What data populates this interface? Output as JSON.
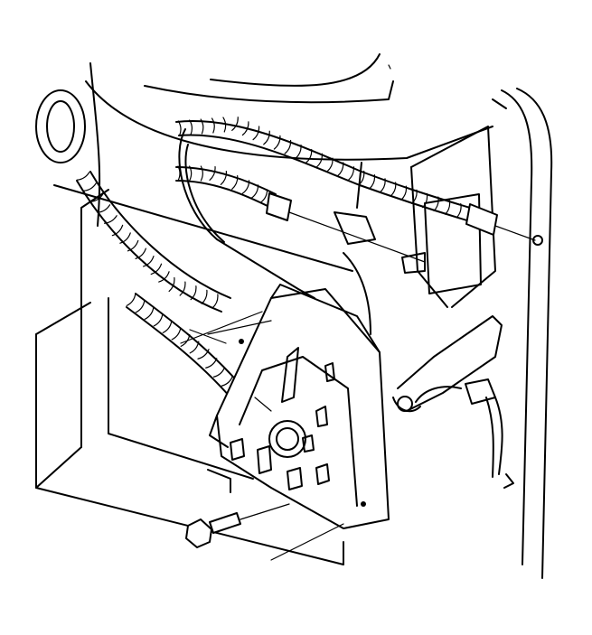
{
  "figure": {
    "subject": "",
    "parts": [
      {
        "id": "door-inner-panel",
        "icon": "door-panel-icon"
      },
      {
        "id": "window-regulator-module",
        "icon": "regulator-module-icon"
      },
      {
        "id": "upper-cable-conduit",
        "icon": "cable-conduit-icon"
      },
      {
        "id": "lower-cable-conduit",
        "icon": "cable-conduit-icon"
      },
      {
        "id": "actuator-rod",
        "icon": "rod-icon"
      },
      {
        "id": "wiring-harness-connector",
        "icon": "connector-icon"
      },
      {
        "id": "mounting-bolt",
        "icon": "bolt-icon"
      },
      {
        "id": "door-outer-edge",
        "icon": "door-edge-icon"
      }
    ],
    "colors": {
      "stroke": "#000000",
      "background": "#ffffff"
    }
  }
}
